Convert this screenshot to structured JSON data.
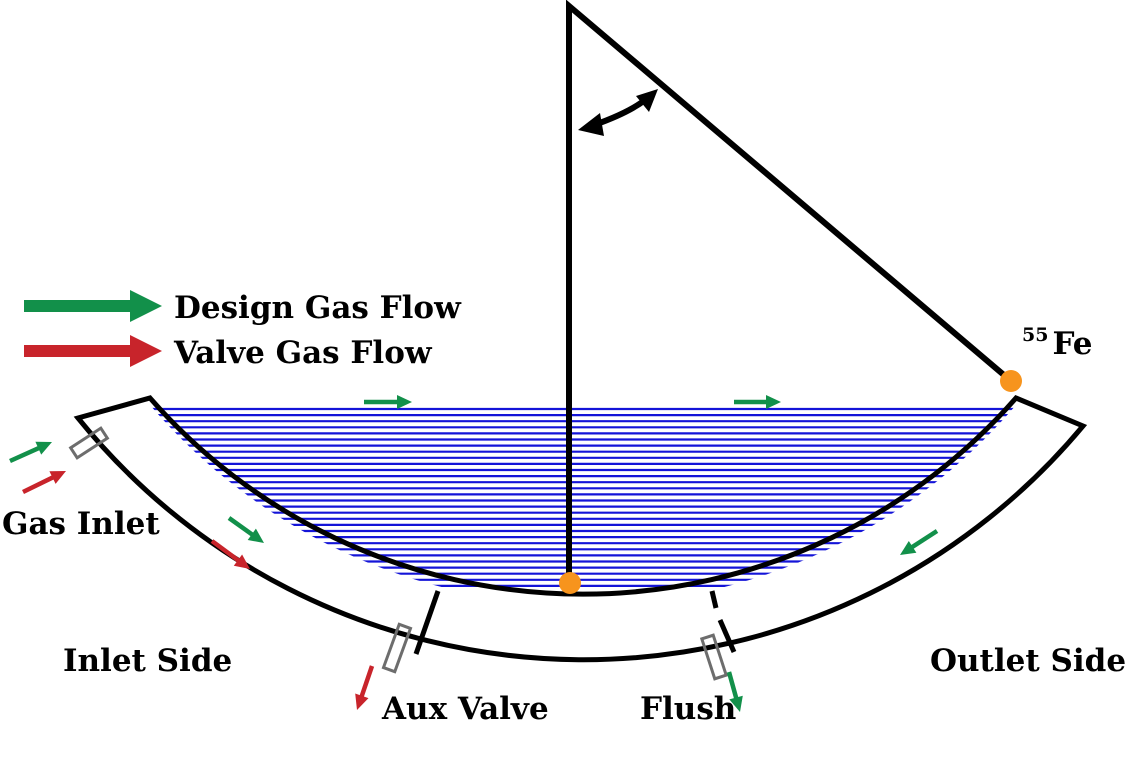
{
  "legend": {
    "design_flow": "Design Gas Flow",
    "valve_flow": "Valve Gas Flow"
  },
  "labels": {
    "gas_inlet": "Gas Inlet",
    "inlet_side": "Inlet Side",
    "outlet_side": "Outlet Side",
    "aux_valve": "Aux Valve",
    "flush": "Flush",
    "source_mass": "55",
    "source_element": "Fe"
  },
  "colors": {
    "design_flow": "#12904a",
    "valve_flow": "#c8242b",
    "field_lines": "#1414d8",
    "source_dot": "#f7941d",
    "outline": "#000000",
    "valve_port": "#6d6d6d"
  }
}
